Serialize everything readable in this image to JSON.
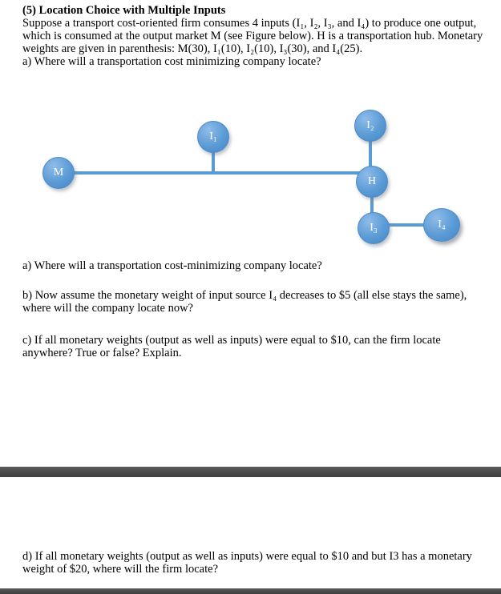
{
  "colors": {
    "node_blue": "#5b9bd5",
    "edge_blue": "#5b9bd5",
    "separator_gray": "#454545"
  },
  "page": {
    "title": "(5) Location Choice with Multiple Inputs",
    "intro": "Suppose a transport cost-oriented firm consumes 4 inputs (I₁, I₂, I₃, and I₄) to produce one output, which is consumed at the output market M (see Figure below). H is a transportation hub. Monetary weights are given in parenthesis: M(30), I₁(10), I₂(10), I₃(30), and I₄(25).",
    "question_a_first": "a) Where will a transportation cost minimizing company locate?",
    "question_a": "a) Where will a transportation cost-minimizing company locate?",
    "question_b": "b) Now assume the monetary weight of input source I₄ decreases to $5 (all else stays the same), where will the company locate now?",
    "question_c": "c) If all monetary weights (output as well as inputs) were equal to $10, can the firm locate anywhere? True or false? Explain.",
    "question_d": "d) If all monetary weights (output as well as inputs) were equal to $10 and but I3 has a monetary weight of $20, where will the firm locate?"
  },
  "diagram": {
    "nodes": {
      "m": "M",
      "i1": "I₁",
      "i2": "I₂",
      "h": "H",
      "i3": "I₃",
      "i4": "I₄"
    }
  }
}
